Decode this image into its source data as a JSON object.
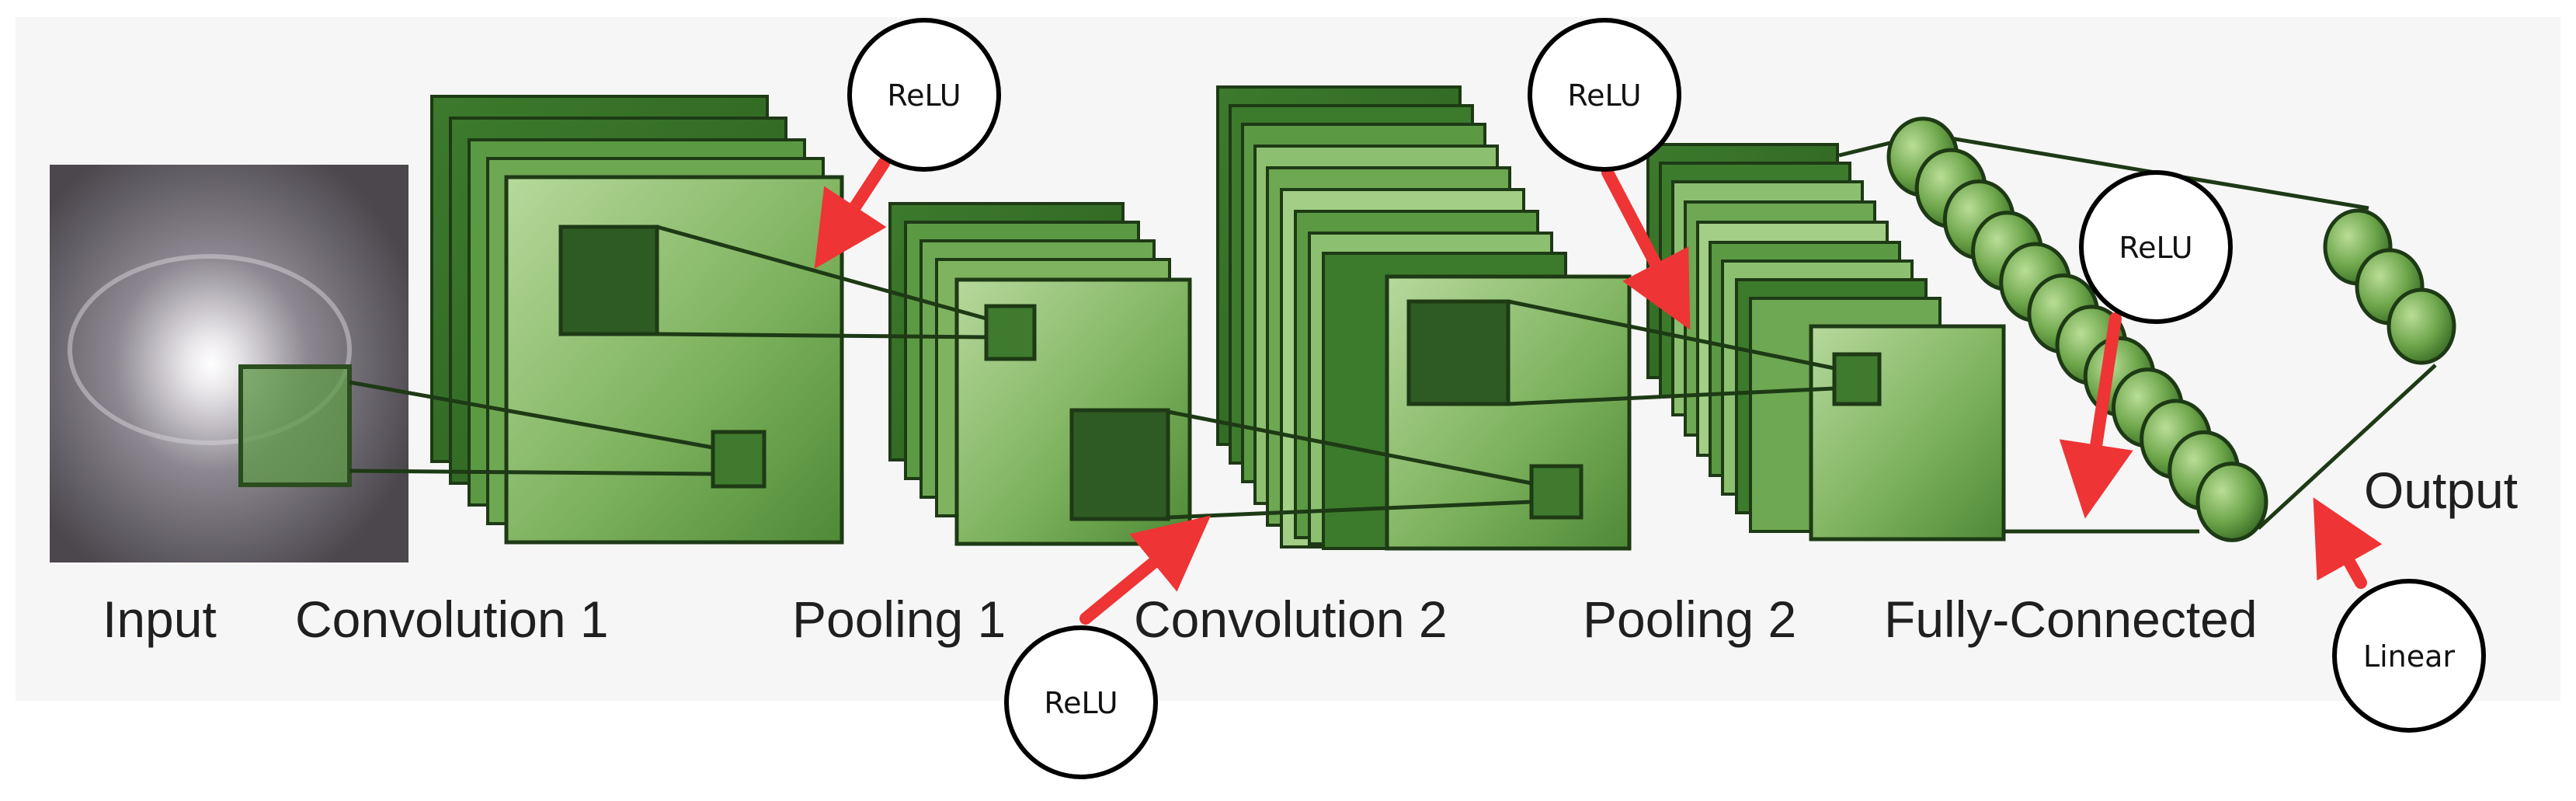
{
  "labels": {
    "input": "Input",
    "conv1": "Convolution 1",
    "pool1": "Pooling 1",
    "conv2": "Convolution 2",
    "pool2": "Pooling 2",
    "fc": "Fully-Connected",
    "output": "Output"
  },
  "activations": {
    "relu_conv1": "ReLU",
    "relu_pool1": "ReLU",
    "relu_conv2": "ReLU",
    "relu_fc": "ReLU",
    "linear_output": "Linear"
  },
  "colors": {
    "map_light": "#8fc071",
    "map_dark": "#245a1c",
    "map_border": "#1d3a15",
    "arrow": "#ee3434",
    "line": "#1d3a15",
    "background_band": "#f4f4f4"
  }
}
